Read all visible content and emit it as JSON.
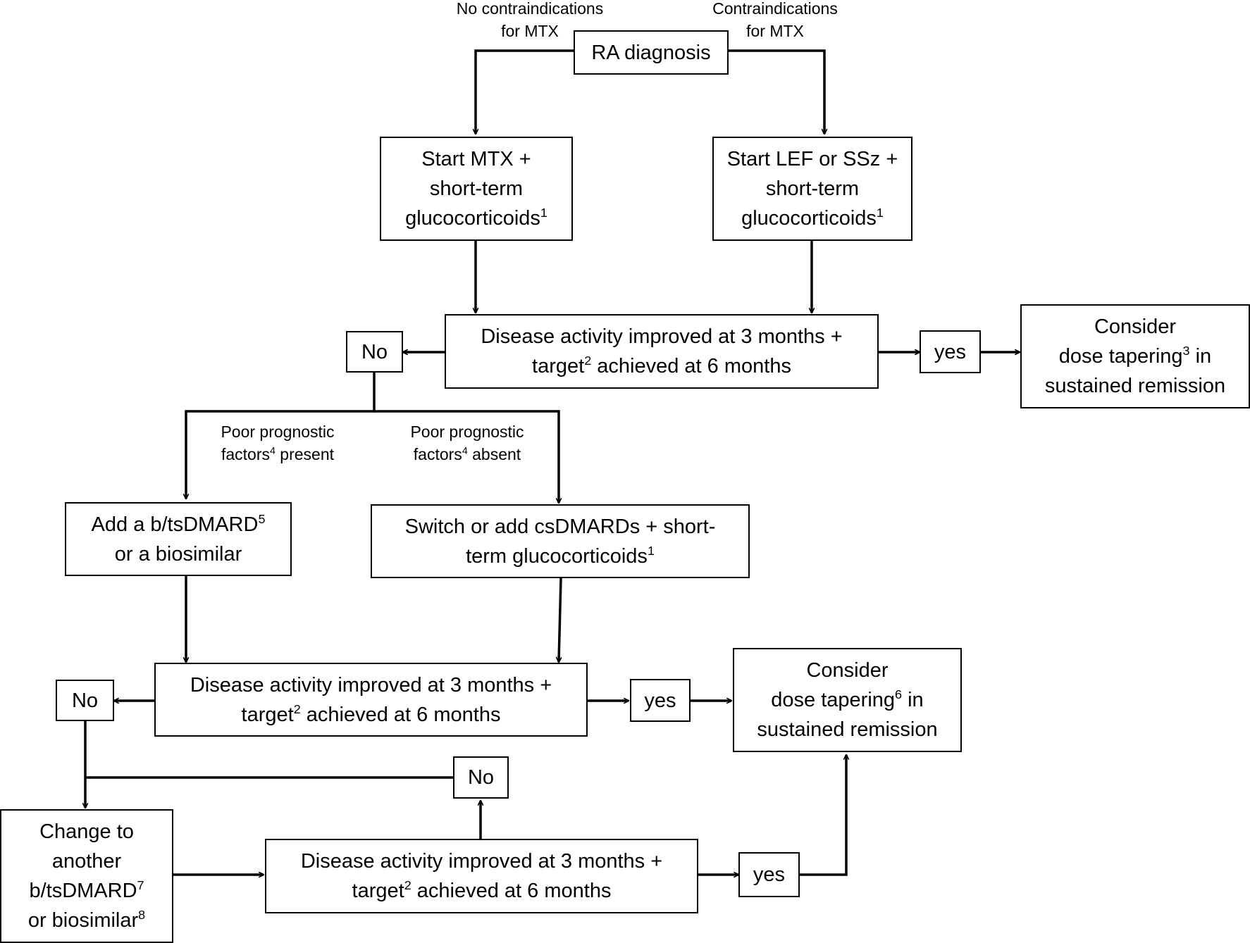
{
  "nodes": {
    "ra_diagnosis": [
      "RA diagnosis"
    ],
    "start_mtx": [
      "Start MTX +",
      "short-term",
      "glucocorticoids¹"
    ],
    "start_lef": [
      "Start LEF or SSz +",
      "short-term",
      "glucocorticoids¹"
    ],
    "assess_1": [
      "Disease activity improved at 3 months +",
      "target² achieved at 6 months"
    ],
    "no_1": [
      "No"
    ],
    "yes_1": [
      "yes"
    ],
    "taper_1": [
      "Consider",
      "dose tapering³ in",
      "sustained remission"
    ],
    "add_btsdmard": [
      "Add a b/tsDMARD⁵",
      "or a biosimilar"
    ],
    "switch_csdmard": [
      "Switch or add csDMARDs + short-",
      "term glucocorticoids¹"
    ],
    "assess_2": [
      "Disease activity improved at 3 months +",
      "target² achieved at 6 months"
    ],
    "no_2": [
      "No"
    ],
    "yes_2": [
      "yes"
    ],
    "taper_2": [
      "Consider",
      "dose tapering⁶ in",
      "sustained remission"
    ],
    "change_btsdmard": [
      "Change to",
      "another",
      "b/tsDMARD⁷",
      "or biosimilar⁸"
    ],
    "assess_3": [
      "Disease activity improved at 3 months +",
      "target² achieved at 6 months"
    ],
    "no_3": [
      "No"
    ],
    "yes_3": [
      "yes"
    ]
  },
  "edge_labels": {
    "no_contra": [
      "No contraindications",
      "for MTX"
    ],
    "contra": [
      "Contraindications",
      "for MTX"
    ],
    "poor_present": [
      "Poor prognostic",
      "factors⁴ present"
    ],
    "poor_absent": [
      "Poor prognostic",
      "factors⁴ absent"
    ]
  },
  "colors": {
    "line": "#000000",
    "background": "#ffffff"
  }
}
